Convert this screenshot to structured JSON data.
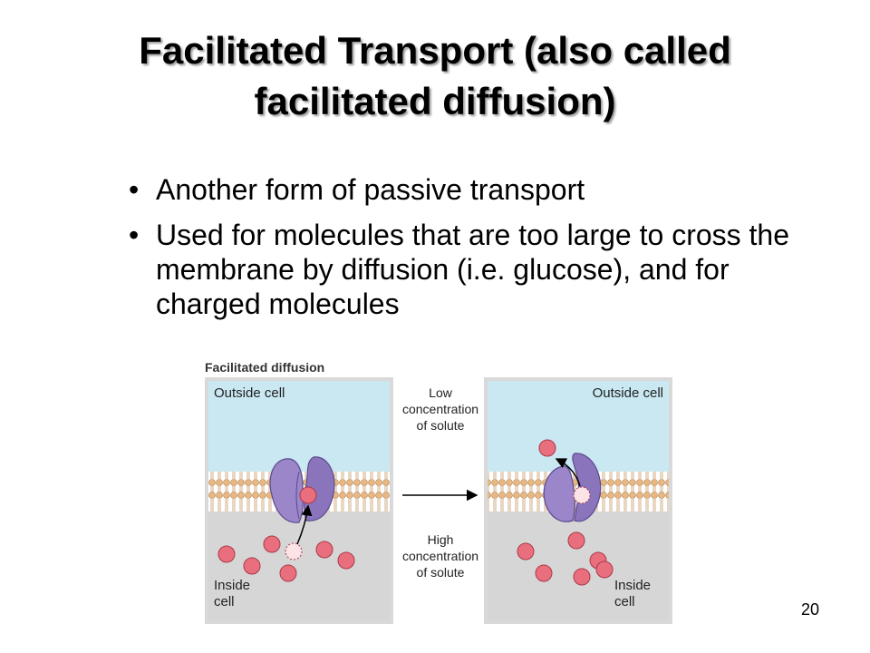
{
  "slide": {
    "title_line1": "Facilitated Transport (also called",
    "title_line2": "facilitated diffusion)",
    "bullets": [
      "Another form of passive transport",
      "Used for molecules that are too large to cross the membrane by diffusion (i.e. glucose), and for charged molecules"
    ],
    "page_number": "20"
  },
  "figure": {
    "title": "Facilitated diffusion",
    "left_outside": "Outside cell",
    "right_outside": "Outside cell",
    "low_line1": "Low",
    "low_line2": "concentration",
    "low_line3": "of solute",
    "high_line1": "High",
    "high_line2": "concentration",
    "high_line3": "of solute",
    "inside_line1": "Inside",
    "inside_line2": "cell",
    "inside_right_line1": "Inside",
    "inside_right_line2": "cell"
  },
  "colors": {
    "outside": "#c9e8f2",
    "inside": "#d6d6d6",
    "lipid_head": "#e7b884",
    "protein": "#9a86c9",
    "solute": "#ea6f7e",
    "panel_border": "#d9d9d9"
  }
}
